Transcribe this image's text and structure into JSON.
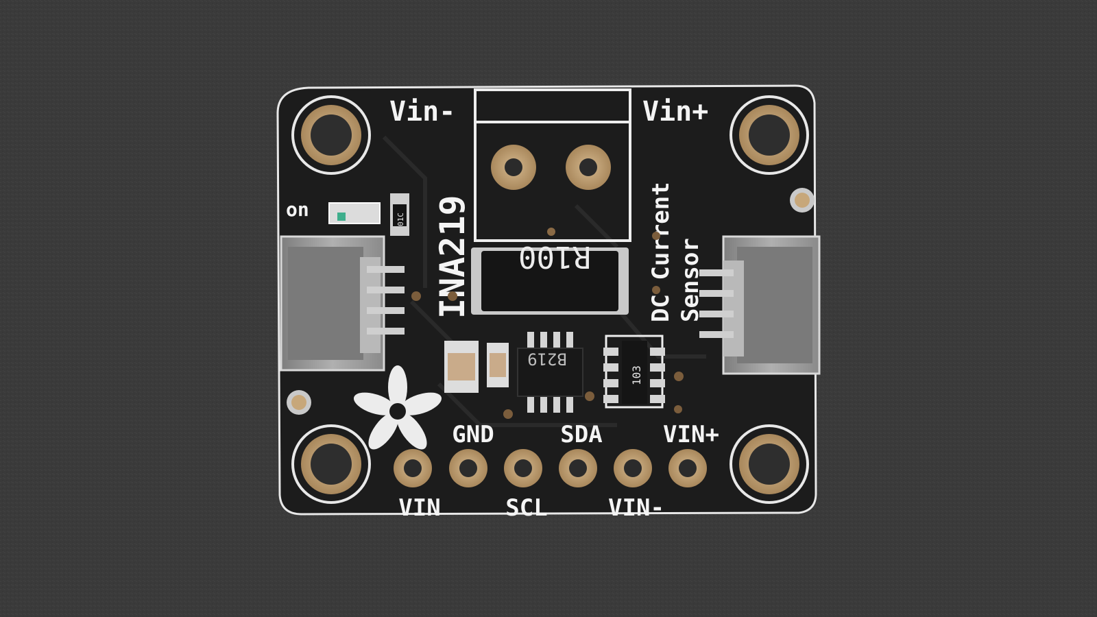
{
  "photo": {
    "colors": {
      "background": "#3b3b3b",
      "pcb": "#1c1c1c",
      "silkscreen": "#f4f4f4",
      "gold": "#c7a77a",
      "connector": "#9a9a9a"
    }
  },
  "board": {
    "chip_name": "INA219",
    "sensor_label_line1": "DC Current",
    "sensor_label_line2": "Sensor",
    "top_left_label": "Vin-",
    "top_right_label": "Vin+",
    "led_label": "on",
    "resistor_marking": "R100",
    "chip_marking": "B219",
    "resistor_network_marking": "103",
    "small_resistor_marking": "01C",
    "header_labels_top": [
      "GND",
      "SDA",
      "VIN+"
    ],
    "header_labels_bottom": [
      "VIN",
      "SCL",
      "VIN-"
    ]
  },
  "icons": {
    "logo": "flower-logo-icon"
  }
}
